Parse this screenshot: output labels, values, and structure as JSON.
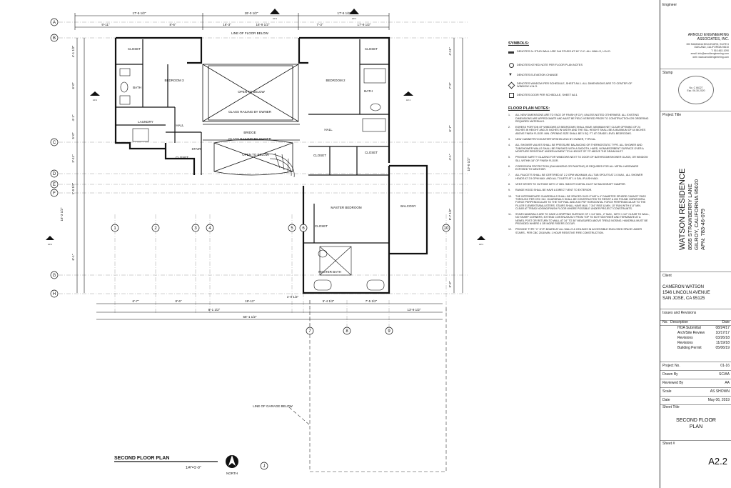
{
  "plan": {
    "title": "SECOND FLOOR PLAN",
    "scale": "1/4\"=1'-0\"",
    "north": "NORTH",
    "rooms": {
      "bedroom3": "BEDROOM 3",
      "bedroom2": "BEDROOM 2",
      "master_bedroom": "MASTER BEDROOM",
      "master_bath": "MASTER BATH",
      "hall_left": "HALL",
      "hall_right": "HALL",
      "laundry": "LAUNDRY",
      "bath_left": "BATH",
      "bath_right": "BATH",
      "closet_tl": "CLOSET",
      "closet_tr": "CLOSET",
      "closet_mid_l": "CLOSET",
      "closet_mid_r1": "CLOSET",
      "closet_mid_r2": "CLOSET",
      "closet_master": "CLOSET",
      "bridge": "BRIDGE",
      "balcony": "BALCONY",
      "open_below_1": "OPEN TO BELOW",
      "open_below_2": "OPEN TO BELOW",
      "glass_railing_1": "GLASS RAILING BY OWNER",
      "glass_railing_2": "GLASS RAILING BY OWNER",
      "line_floor_below": "LINE OF FLOOR BELOW",
      "line_garage_below": "LINE OF GARAGE BELOW",
      "stair": "STAIR"
    },
    "grid_letters": [
      "A",
      "B",
      "C",
      "D",
      "E",
      "F",
      "G",
      "H",
      "J"
    ],
    "grid_numbers": [
      "1",
      "2",
      "3",
      "4",
      "5",
      "6",
      "7",
      "8",
      "9",
      "10"
    ],
    "section_tag": "A3.1",
    "top_dims": [
      "17'-5 1/2\"",
      "19'-0 1/2\"",
      "17'-5 1/2\"",
      "9'-11\"",
      "8'-6\"",
      "16'-3\"",
      "16'-9 1/2\"",
      "7'-3\"",
      "17'-9 1/2\""
    ],
    "bottom_dims": [
      "6'-7\"",
      "8'-6\"",
      "19'-11\"",
      "8'-1 1/2\"",
      "55'-1 1/2\"",
      "5'-4 1/2\"",
      "7'-5 1/2\"",
      "1'-0 1/2\"",
      "13'-9 1/2\""
    ],
    "side_dims_left": [
      "4'-1 1/2\"",
      "6'-0\"",
      "4'-1\"",
      "5'-0\"",
      "16'-3 1/2\"",
      "3'-11\"",
      "1'-0 1/2\"",
      "6'-1\""
    ],
    "side_dims_right": [
      "4'-11\"",
      "7'-9\"",
      "6'-7\"",
      "4'-1\"",
      "10'-0 1/2\"",
      "8'-7 1/2\"",
      "3'-2\""
    ]
  },
  "symbols": {
    "heading": "SYMBOLS:",
    "items": [
      "DENOTES 2x STUD WALL USE 2x6 STUDS AT 16\" O.C. ALL WALLS, U.N.O.",
      "DENOTES KEYED NOTE PER FLOOR PLAN NOTES",
      "DENOTES ELEVATION CHANGE",
      "DENOTES WINDOW PER SCHEDULE, SHEET A6.1. ALL DIMENSIONS ARE TO CENTER OF WINDOW U.N.O.",
      "DENOTES DOOR PER SCHEDULE, SHEET A6.1"
    ]
  },
  "notes": {
    "heading": "FLOOR PLAN NOTES:",
    "items": [
      {
        "n": "1.",
        "t": "ALL NEW DIMENSIONS ARE TO FACE OF FINISH (F.O.F.) UNLESS NOTED OTHERWISE. ALL EXISTING DIMENSIONS ARE APPROXIMATE AND MUST BE FIELD VERIFIED PRIOR TO CONSTRUCTION OR ORDERING REQUIRED MATERIALS."
      },
      {
        "n": "2.",
        "t": "EGRESS PORTION OF WINDOWS AT BEDROOMS SHALL HAVE: MINIMUM NET CLEAR OPENING OF 24 INCHES IN HEIGHT AND 20 INCHES IN WIDTH AND THE SILL HEIGHT SHALL BE A MAXIMUM OF 44 INCHES ABOVE FINISH FLOOR. MIN. OPENING SIZE SHALL BE 5 SQ. FT. AT GRADE LEVEL BEDROOMS."
      },
      {
        "n": "3.",
        "t": "NEW CABINETRY/COUNTERTOP/SHELVING BY OWNER, TYPICAL."
      },
      {
        "n": "4.",
        "t": "ALL SHOWER VALVES SHALL BE PRESSURE BALANCING OR THERMOSTATIC TYPE. ALL SHOWER AND TUB/SHOWER WALLS SHALL BE FINISHED WITH A SMOOTH, HARD, NONABSORBENT SURFACE OVER A MOISTURE RESISTANT UNDERLAYMENT TO A HEIGHT OF 70\" ABOVE THE DRAIN INLET."
      },
      {
        "n": "5.",
        "t": "PROVIDE SAFETY GLAZING FOR WINDOWS NEXT TO DOOR OF BATHROOM/SHOWER GLASS, OR WINDOW SILL WITHIN 18\" OF FINISH FLOOR."
      },
      {
        "n": "6.",
        "t": "CORROSION PROTECTION (GALVANIZING OR PAINTING) IS REQUIRED FOR ALL METAL HARDWARE EXPOSED TO WEATHER."
      },
      {
        "n": "7.",
        "t": "ALL FAUCETS SHALL BE CERTIFIED AT 2.2 GPM MAXIMUM, ALL TUB SPOUTS AT 2.0 MAX., ALL SHOWER HEADS AT 2.5 GPM MAX. AND ALL TOILETS AT 1.6 GAL./FLUSH MAX."
      },
      {
        "n": "8.",
        "t": "VENT DRYER TO OUTSIDE WITH 4\" MIN. SMOOTH METAL DUCT W/ BACKDRAFT DAMPER."
      },
      {
        "n": "9.",
        "t": "RANGE HOOD SHALL BE HAVE A DIRECT VENT TO EXTERIOR."
      },
      {
        "n": "10.",
        "t": "THE INTERMEDIATE GUARDRAILS SHALL BE SPACED SUCH THAT A 4\" DIAMETER SPHERE CANNOT PASS THROUGH PER CRC 312. GUARDRAILS SHALL BE CONSTRUCTED TO RESIST A 200 POUND HORIZONTAL FORCE PERPENDICULAR TO THE TOP RAIL AND A 50 PSF HORIZONTAL FORCE PERPENDICULAR TO THE FILLER ELEMENTS/BALUSTERS. STAIRS SHALL HAVE MAX. 7 3/4\" RISE & MIN. 10\" RUN WITH 6'-8\" MIN. CLEAR AT TREAD NOSING/FINISH FLOOR WHERE POSSIBLE UNDER PROJECT CONSTRAINTS."
      },
      {
        "n": "11.",
        "t": "STAIR HANDRAILS ARE TO HAVE A GRIPPING SURFACE OF 1 1/4\" MIN., 2\" MAX., WITH 1 1/2\" CLEAR TO WALL, NO SHARP CORNERS, EXTEND CONTINUOUSLY FROM TOP TO BOTTOM RISER AND TERMINATE AT A NEWEL POST OR RETURN TO WALL AT 34\" TO 38\" MEASURED ABOVE TREAD NOSING. HANDRAIL MUST BE PROVIDED WHERE 4 OR MORE RISERS OCCUR."
      },
      {
        "n": "12.",
        "t": "PROVIDE TYPE \"X\" GYP. BOARD AT ALL WALLS & CEILINGS IN ACCESSIBLE ENCLOSED SPACE UNDER STAIRS - PER CBC 2018 MIN. 1 HOUR RESISTIVE FIRE CONSTRUCTION."
      }
    ]
  },
  "title_block": {
    "engineer_label": "Engineer",
    "engineer_name": "ARNOLD ENGINEERING",
    "engineer_name2": "ASSOCIATES, INC.",
    "engineer_addr1": "300 MANDANA BOULEVARD, SUITE 6",
    "engineer_addr2": "OAKLAND, CALIFORNIA 94610",
    "engineer_phone": "T: 510-663-1090",
    "engineer_email": "email: info@arnoldengineering.com",
    "engineer_web": "web: www.arnoldengineering.com",
    "stamp_label": "Stamp",
    "stamp_line1": "No. C 66227",
    "stamp_line2": "Exp. 06-30-2020",
    "project_title_label": "Project Title",
    "project_name": "WATSON RESIDENCE",
    "project_addr1": "8565 STRAWBERRY LANE",
    "project_addr2": "GILROY, CALIFORNIA 95020",
    "project_apn": "APN: 783-46-079",
    "client_label": "Client",
    "client_name": "CAMERON WATSON",
    "client_addr1": "1546 LINCOLN AVENUE",
    "client_addr2": "SAN JOSE, CA 95125",
    "issues_label": "Issues and Revisions",
    "issues_cols": [
      "No.",
      "Description",
      "Date"
    ],
    "issues": [
      {
        "desc": "HOA Submittal",
        "date": "08/24/17"
      },
      {
        "desc": "Arch/Site Review",
        "date": "10/17/17"
      },
      {
        "desc": "Revisions",
        "date": "03/26/18"
      },
      {
        "desc": "Revisions",
        "date": "11/19/18"
      },
      {
        "desc": "Building Permit",
        "date": "05/06/19"
      }
    ],
    "project_no_label": "Project No.",
    "project_no": "01-16",
    "drawn_by_label": "Drawn By",
    "drawn_by": "SC/AA",
    "reviewed_by_label": "Reviewed By",
    "reviewed_by": "AA",
    "scale_label": "Scale",
    "scale": "AS SHOWN",
    "date_label": "Date",
    "date": "May 06, 2019",
    "sheet_title_label": "Sheet Title",
    "sheet_title1": "SECOND FLOOR",
    "sheet_title2": "PLAN",
    "sheet_no_label": "Sheet #",
    "sheet_no": "A2.2"
  }
}
